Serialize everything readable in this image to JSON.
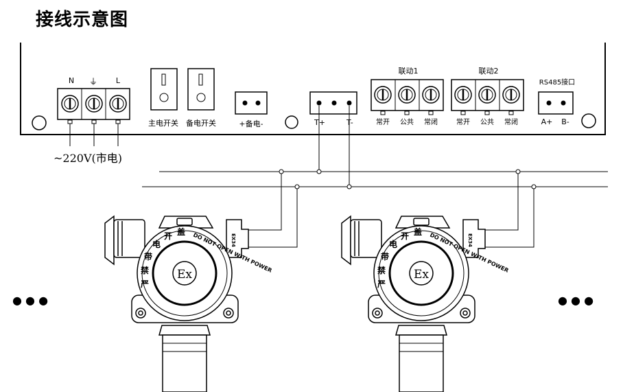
{
  "title": "接线示意图",
  "power_terminals": [
    "N",
    "⏚",
    "L"
  ],
  "mains_label": "~220V(市电)",
  "main_switch_label": "主电开关",
  "backup_switch_label": "备电开关",
  "backup_power_label": "+备电-",
  "bus_terminal_labels": [
    "T+",
    "T-"
  ],
  "relay_groups": [
    {
      "title": "联动1",
      "terminals": [
        "常开",
        "公共",
        "常闭"
      ]
    },
    {
      "title": "联动2",
      "terminals": [
        "常开",
        "公共",
        "常闭"
      ]
    }
  ],
  "rs485": {
    "title": "RS485接口",
    "terminals": [
      "A+",
      "B-"
    ]
  },
  "detector": {
    "ex_mark": "Ex",
    "warning_text": "DO NOT OPEN WITH POWER",
    "chinese_warning": [
      "严",
      "禁",
      "带",
      "电",
      "开",
      "盖"
    ],
    "cert": "EX34"
  },
  "ellipsis": "● ● ●"
}
